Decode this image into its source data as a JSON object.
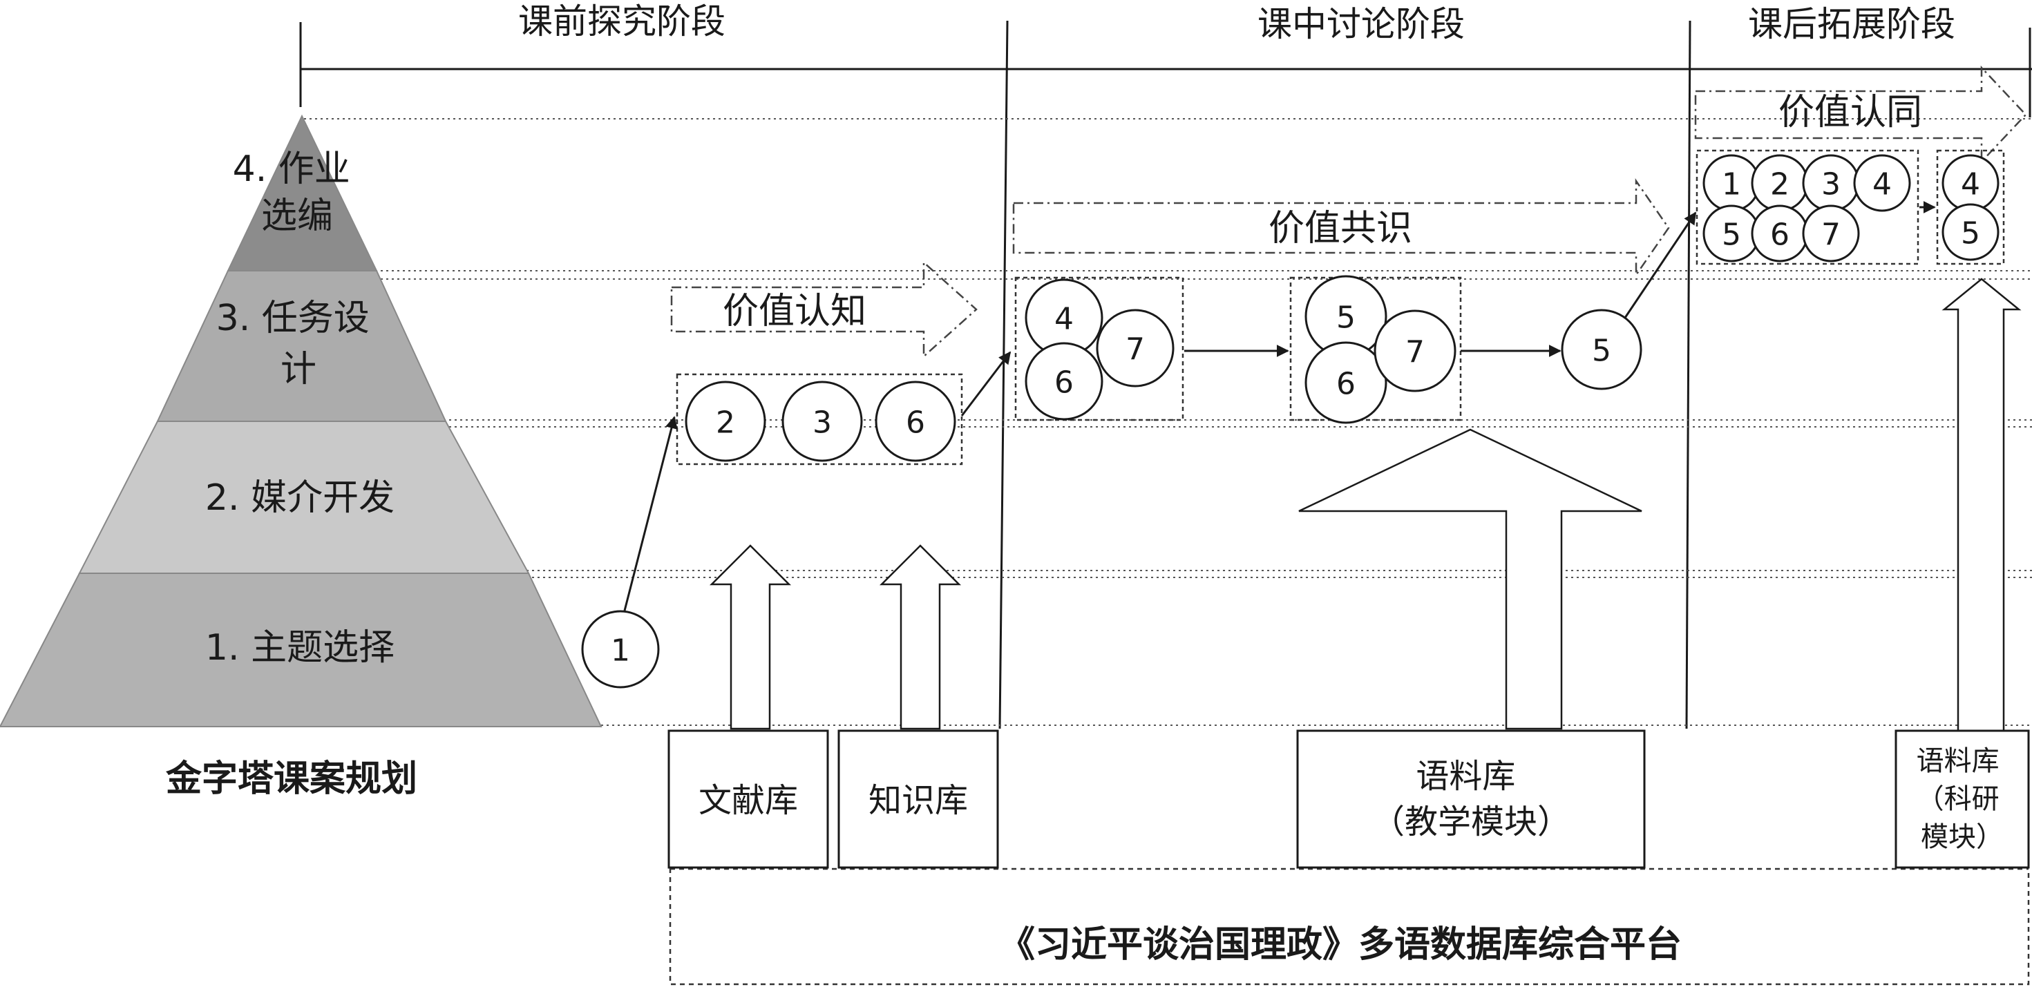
{
  "stages": [
    "课前探究阶段",
    "课中讨论阶段",
    "课后拓展阶段"
  ],
  "pyramid": {
    "title": "金字塔课案规划",
    "levels": [
      {
        "lines": [
          "4. 作业",
          "选编"
        ],
        "color": "#8c8c8c"
      },
      {
        "lines": [
          "3. 任务设",
          "计"
        ],
        "color": "#acacac"
      },
      {
        "lines": [
          "2. 媒介开发"
        ],
        "color": "#c9c9c9"
      },
      {
        "lines": [
          "1. 主题选择"
        ],
        "color": "#b2b2b2"
      }
    ]
  },
  "value_arrows": {
    "cognition": "价值认知",
    "consensus": "价值共识",
    "identity": "价值认同"
  },
  "nodes": {
    "n1": "1",
    "g1": [
      "2",
      "3",
      "6"
    ],
    "g2": [
      "4",
      "6",
      "7"
    ],
    "g3": [
      "5",
      "6",
      "7"
    ],
    "n5": "5",
    "g4": [
      "1",
      "2",
      "3",
      "4",
      "5",
      "6",
      "7"
    ],
    "g5": [
      "4",
      "5"
    ]
  },
  "databases": {
    "literature": "文献库",
    "knowledge": "知识库",
    "corpus_teaching": [
      "语料库",
      "（教学模块）"
    ],
    "corpus_research": [
      "语料库",
      "（科研",
      "模块）"
    ]
  },
  "platform": "《习近平谈治国理政》多语数据库综合平台"
}
